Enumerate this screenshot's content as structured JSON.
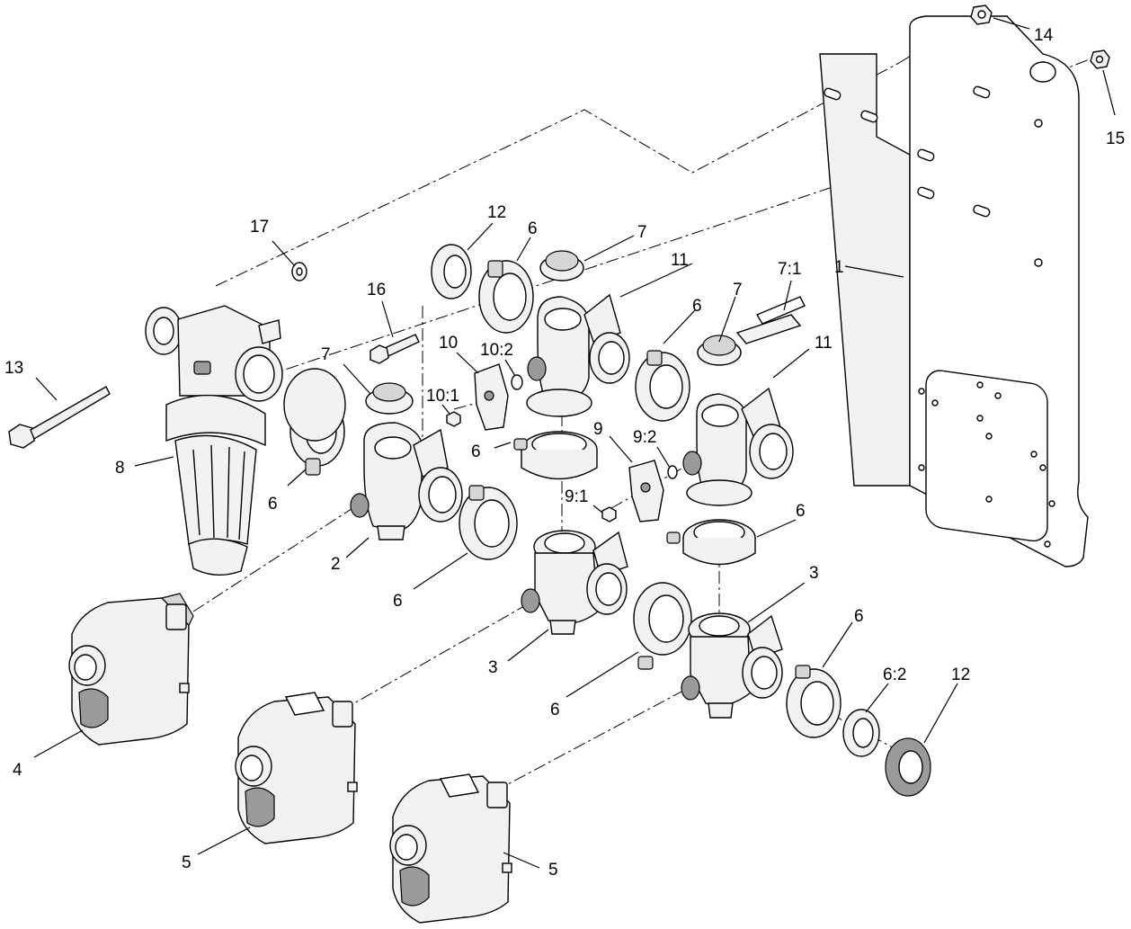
{
  "diagram": {
    "callouts": [
      {
        "id": "c14",
        "text": "14"
      },
      {
        "id": "c15",
        "text": "15"
      },
      {
        "id": "c17",
        "text": "17"
      },
      {
        "id": "c12a",
        "text": "12"
      },
      {
        "id": "c6a",
        "text": "6"
      },
      {
        "id": "c7a",
        "text": "7"
      },
      {
        "id": "c11a",
        "text": "11"
      },
      {
        "id": "c71",
        "text": "7:1"
      },
      {
        "id": "c1",
        "text": "1"
      },
      {
        "id": "c16",
        "text": "16"
      },
      {
        "id": "c7b",
        "text": "7"
      },
      {
        "id": "c10",
        "text": "10"
      },
      {
        "id": "c102",
        "text": "10:2"
      },
      {
        "id": "c101",
        "text": "10:1"
      },
      {
        "id": "c6b",
        "text": "6"
      },
      {
        "id": "c7c",
        "text": "7"
      },
      {
        "id": "c11b",
        "text": "11"
      },
      {
        "id": "c13",
        "text": "13"
      },
      {
        "id": "c8",
        "text": "8"
      },
      {
        "id": "c6c",
        "text": "6"
      },
      {
        "id": "c6d",
        "text": "6"
      },
      {
        "id": "c9",
        "text": "9"
      },
      {
        "id": "c92",
        "text": "9:2"
      },
      {
        "id": "c91",
        "text": "9:1"
      },
      {
        "id": "c6e",
        "text": "6"
      },
      {
        "id": "c2",
        "text": "2"
      },
      {
        "id": "c6f",
        "text": "6"
      },
      {
        "id": "c3a",
        "text": "3"
      },
      {
        "id": "c3b",
        "text": "3"
      },
      {
        "id": "c6g",
        "text": "6"
      },
      {
        "id": "c6h",
        "text": "6"
      },
      {
        "id": "c62",
        "text": "6:2"
      },
      {
        "id": "c12b",
        "text": "12"
      },
      {
        "id": "c4",
        "text": "4"
      },
      {
        "id": "c5a",
        "text": "5"
      },
      {
        "id": "c5b",
        "text": "5"
      }
    ]
  }
}
